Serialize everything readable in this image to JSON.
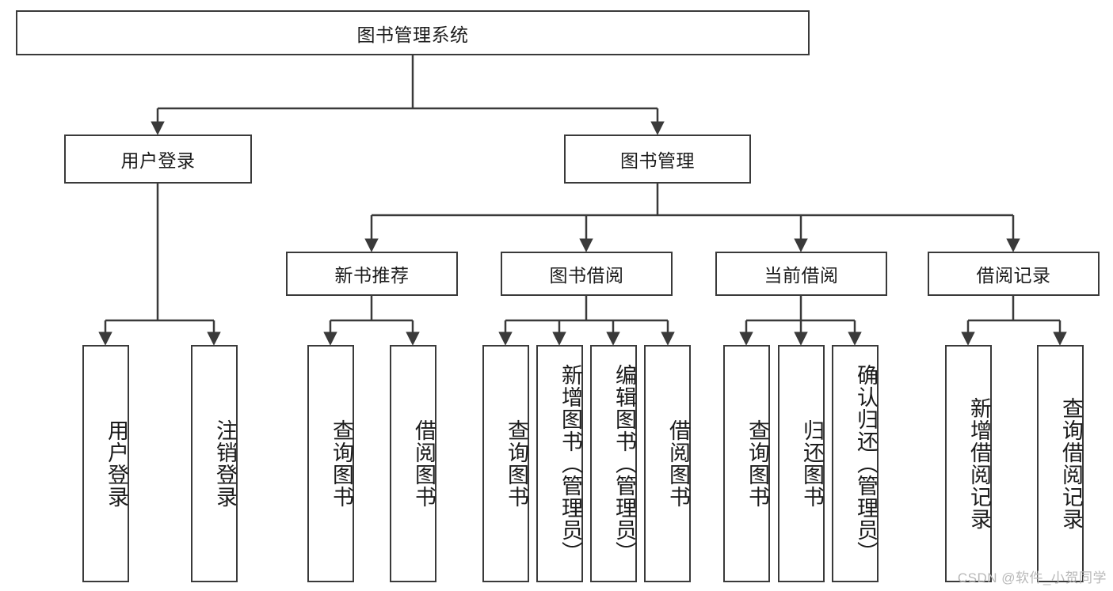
{
  "diagram": {
    "type": "tree-hierarchy-chart",
    "title": "图书管理系统",
    "watermark": "CSDN @软件_小贺同学",
    "colors": {
      "box_border": "#3a3a3a",
      "box_fill": "#ffffff",
      "connector": "#3a3a3a",
      "text": "#1b1b1b",
      "watermark": "#b8b8b8"
    },
    "levels": {
      "root": {
        "label": "图书管理系统"
      },
      "level2": [
        {
          "label": "用户登录"
        },
        {
          "label": "图书管理"
        }
      ],
      "level3": [
        {
          "label": "新书推荐"
        },
        {
          "label": "图书借阅"
        },
        {
          "label": "当前借阅"
        },
        {
          "label": "借阅记录"
        }
      ],
      "leaves": [
        {
          "label": "用户登录",
          "parent": "用户登录"
        },
        {
          "label": "注销登录",
          "parent": "用户登录"
        },
        {
          "label": "查询图书",
          "parent": "新书推荐"
        },
        {
          "label": "借阅图书",
          "parent": "新书推荐"
        },
        {
          "label": "查询图书",
          "parent": "图书借阅"
        },
        {
          "label": "新增图书（管理员）",
          "parent": "图书借阅"
        },
        {
          "label": "编辑图书（管理员）",
          "parent": "图书借阅"
        },
        {
          "label": "借阅图书",
          "parent": "图书借阅"
        },
        {
          "label": "查询图书",
          "parent": "当前借阅"
        },
        {
          "label": "归还图书",
          "parent": "当前借阅"
        },
        {
          "label": "确认归还（管理员）",
          "parent": "当前借阅"
        },
        {
          "label": "新增借阅记录",
          "parent": "借阅记录"
        },
        {
          "label": "查询借阅记录",
          "parent": "借阅记录"
        }
      ]
    }
  }
}
